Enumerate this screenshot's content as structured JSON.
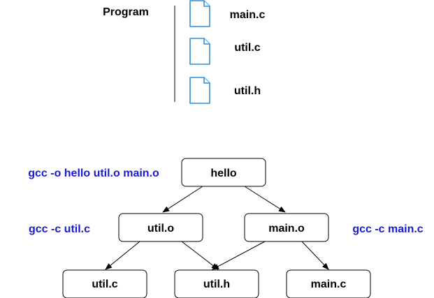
{
  "colors": {
    "file_icon": "#2b8fde",
    "command_text": "#1a1acf",
    "text": "#000000",
    "line": "#000000"
  },
  "program": {
    "title": "Program",
    "files": [
      {
        "name": "main.c",
        "icon": "file-icon"
      },
      {
        "name": "util.c",
        "icon": "file-icon"
      },
      {
        "name": "util.h",
        "icon": "file-icon"
      }
    ]
  },
  "build_graph": {
    "nodes": {
      "hello": "hello",
      "util_o": "util.o",
      "main_o": "main.o",
      "util_c": "util.c",
      "util_h": "util.h",
      "main_c": "main.c"
    },
    "commands": {
      "link": "gcc -o hello util.o main.o",
      "compile_util": "gcc -c util.c",
      "compile_main": "gcc -c main.c"
    },
    "edges": [
      {
        "from": "hello",
        "to": "util.o"
      },
      {
        "from": "hello",
        "to": "main.o"
      },
      {
        "from": "util.o",
        "to": "util.c"
      },
      {
        "from": "util.o",
        "to": "util.h"
      },
      {
        "from": "main.o",
        "to": "util.h"
      },
      {
        "from": "main.o",
        "to": "main.c"
      }
    ]
  }
}
